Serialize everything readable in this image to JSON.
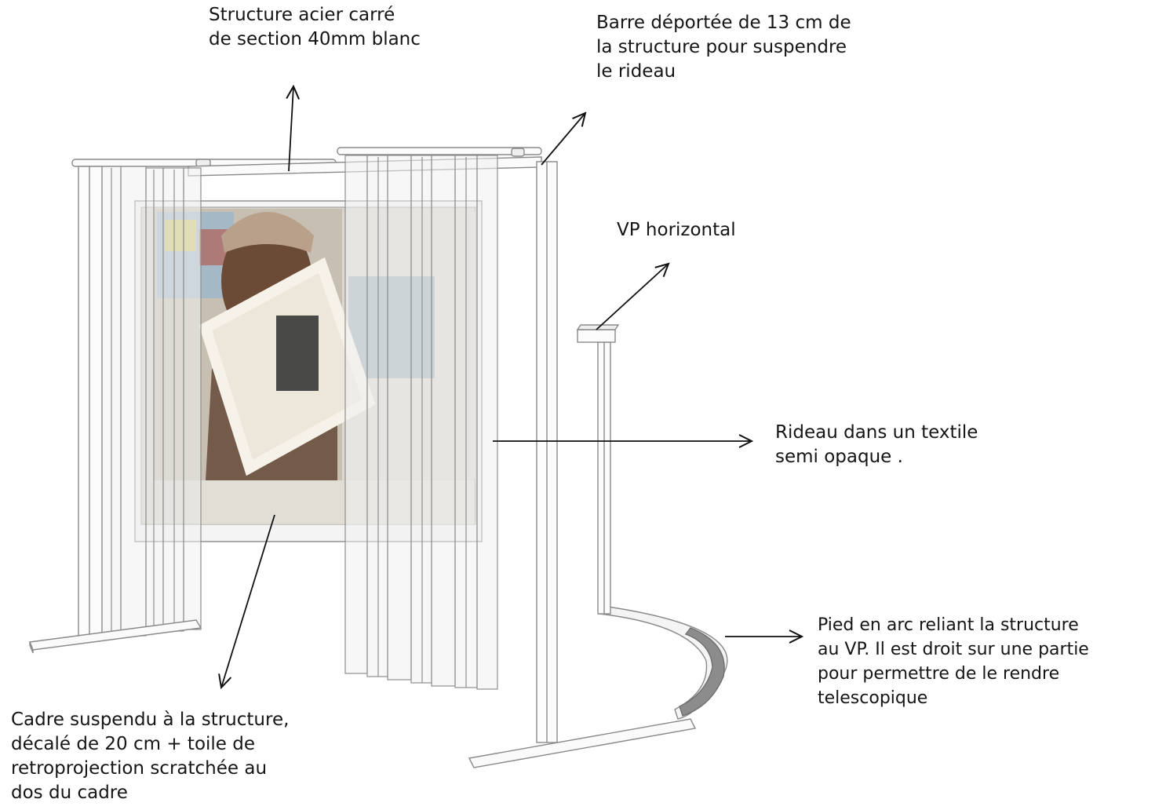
{
  "diagram": {
    "labels": {
      "structure": "Structure acier carré\nde section 40mm blanc",
      "barre": "Barre déportée de 13 cm de\nla structure pour suspendre\nle rideau",
      "vp": "VP horizontal",
      "rideau": "Rideau dans un textile\nsemi opaque .",
      "pied": "Pied en arc reliant la structure\nau VP. Il est droit sur une partie\npour permettre de le rendre\ntelescopique",
      "cadre": "Cadre suspendu à la structure,\ndécalé de 20 cm + toile de\nretroprojection scratchée au\ndos du cadre"
    },
    "colors": {
      "line": "#7a7a7a",
      "screen": "#c9c3b8",
      "skin": "#6b4a36",
      "arrow": "#111111",
      "foot_shade": "#8c8c8c"
    }
  }
}
